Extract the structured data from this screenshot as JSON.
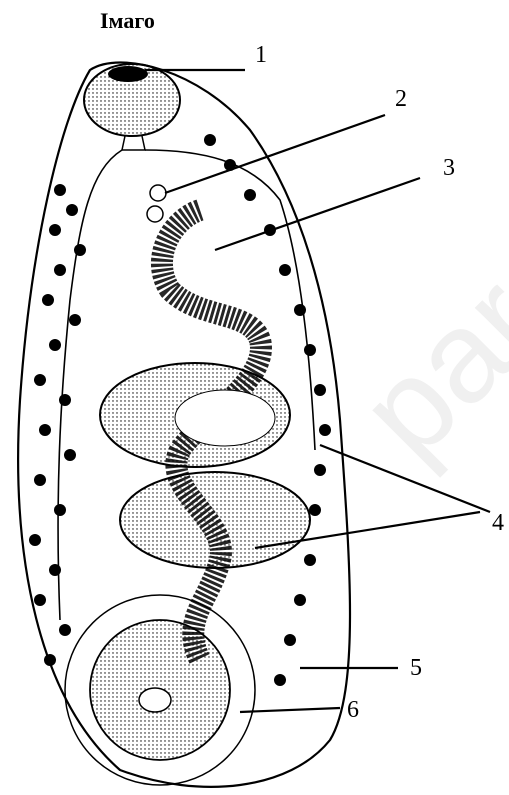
{
  "title": "Імаго",
  "labels": [
    "1",
    "2",
    "3",
    "4",
    "5",
    "6"
  ],
  "watermark": "para",
  "colors": {
    "ink": "#000000",
    "background": "#ffffff"
  }
}
